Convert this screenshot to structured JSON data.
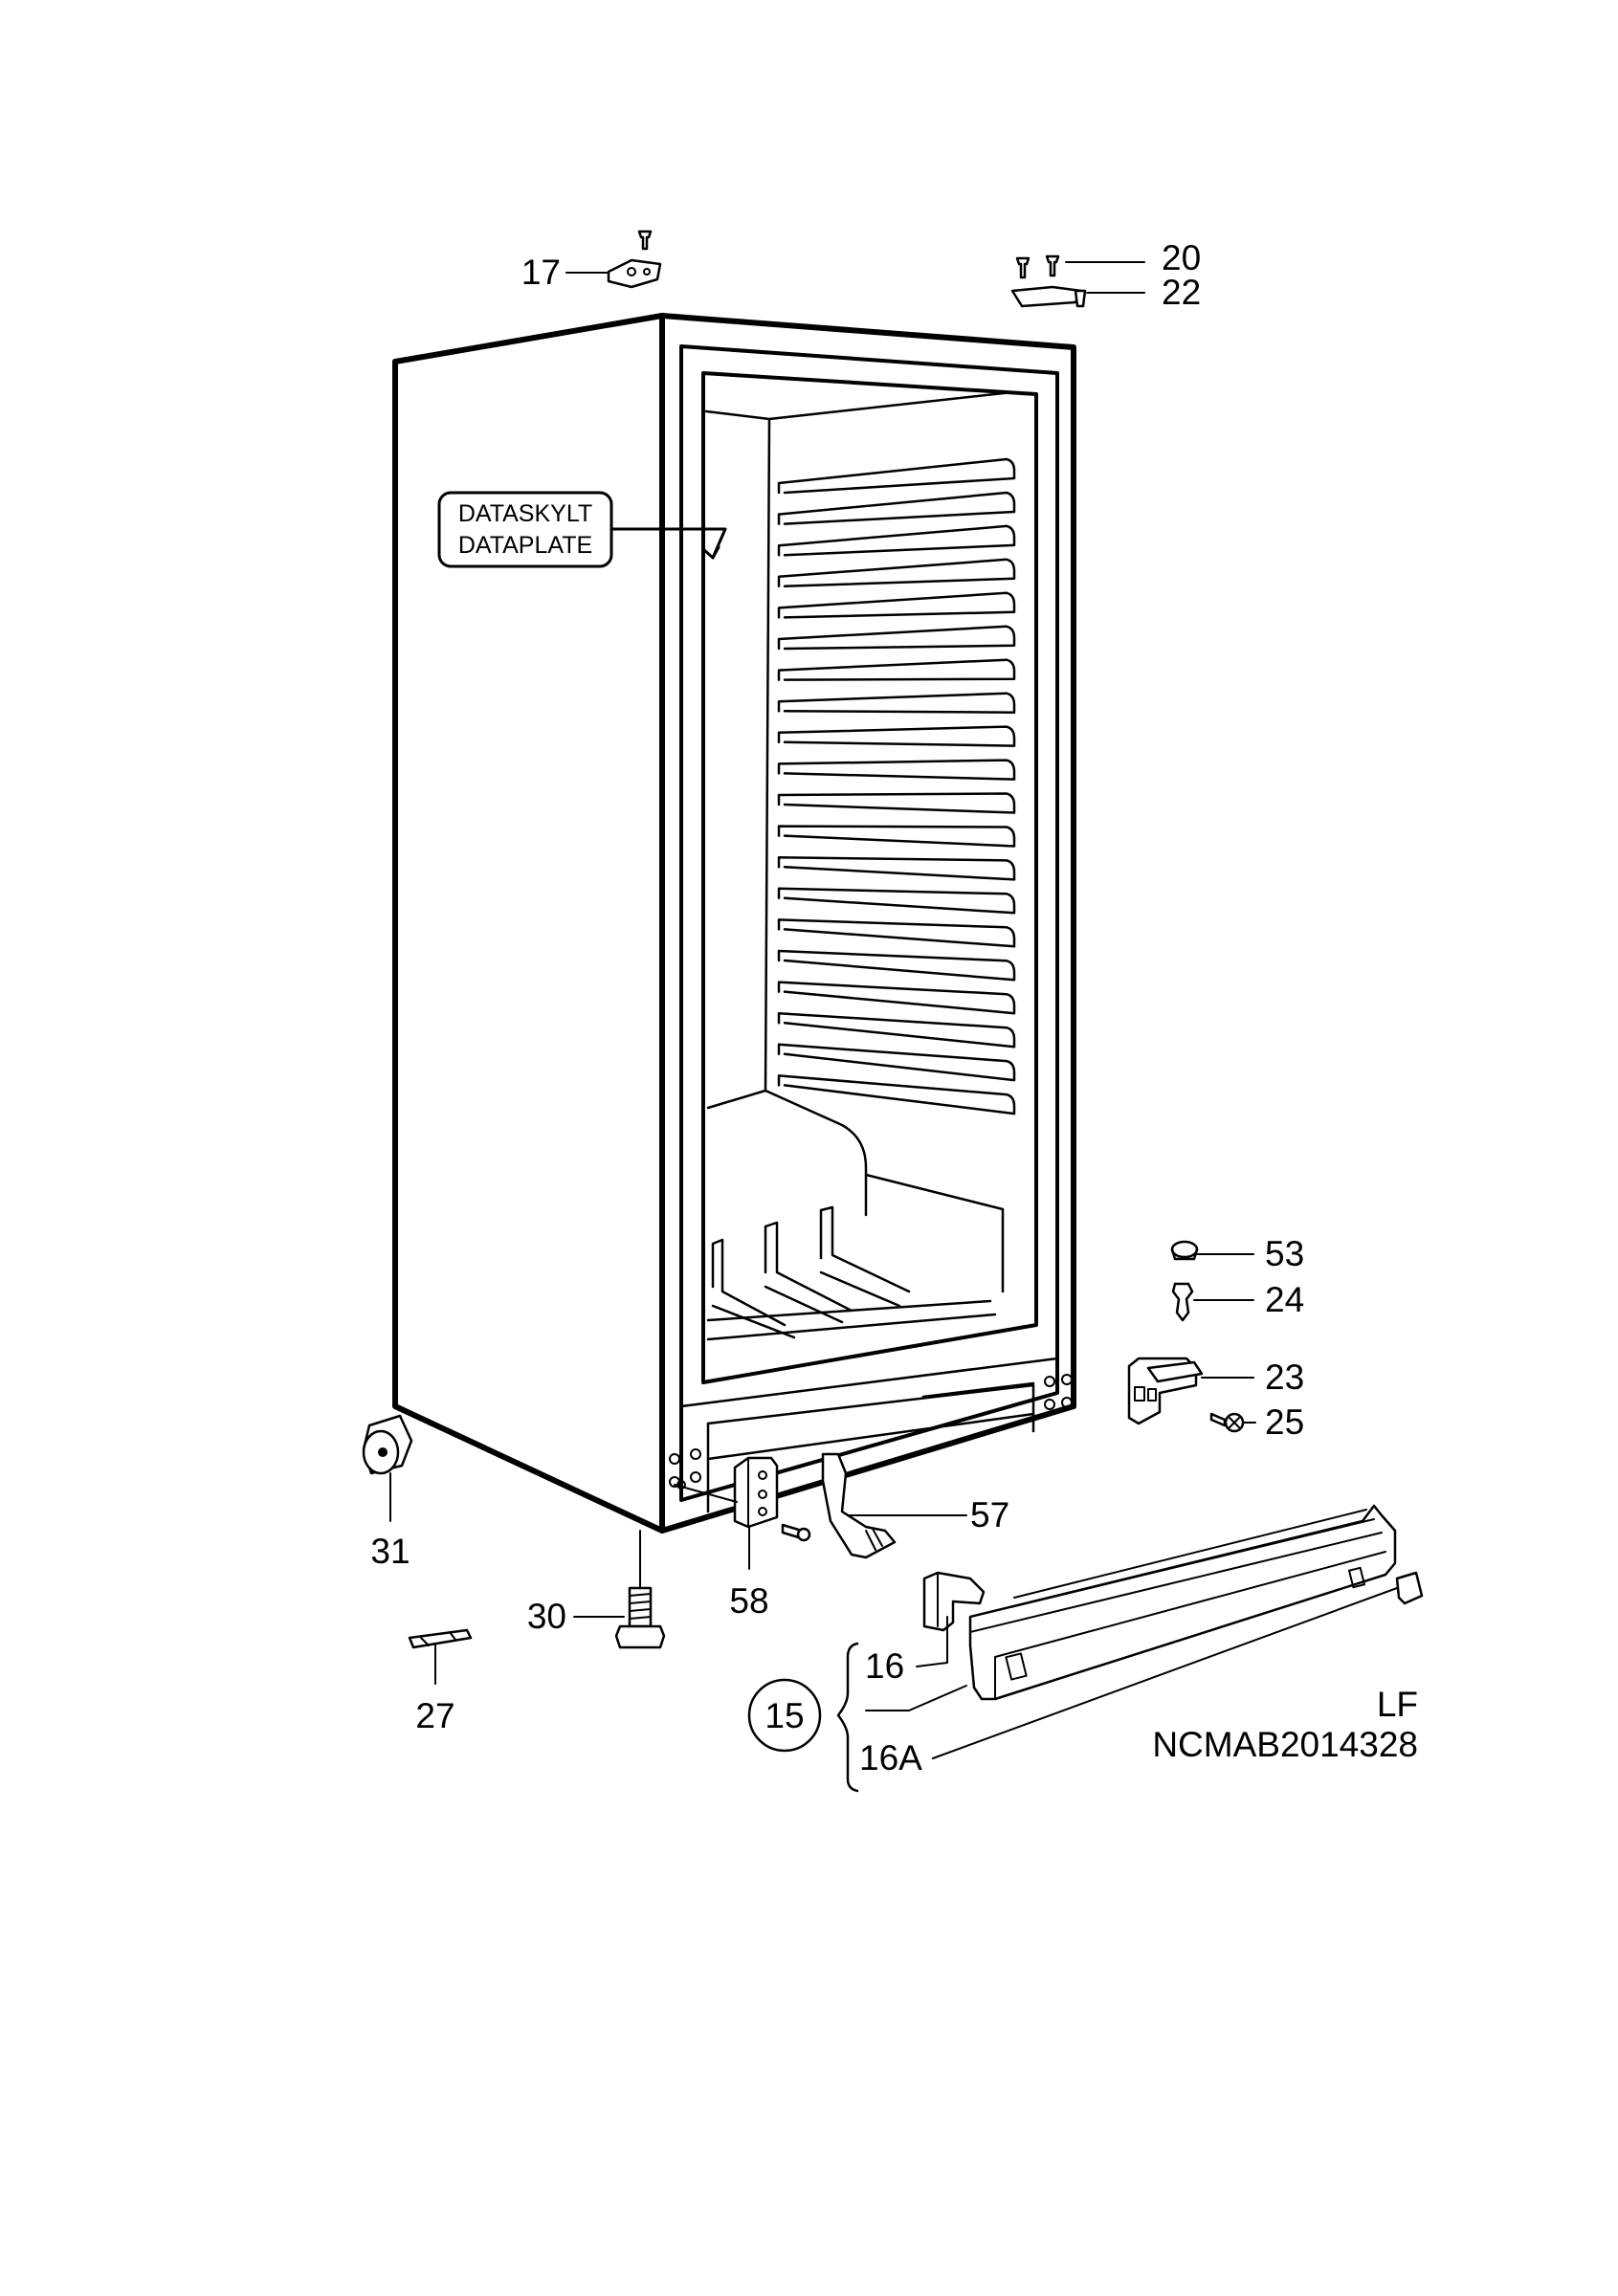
{
  "labels": {
    "p17": "17",
    "p20": "20",
    "p22": "22",
    "p53": "53",
    "p24": "24",
    "p23": "23",
    "p25": "25",
    "p57": "57",
    "p58": "58",
    "p31": "31",
    "p30": "30",
    "p27": "27",
    "p16": "16",
    "p15": "15",
    "p16a": "16A"
  },
  "dataplate": {
    "line1": "DATASKYLT",
    "line2": "DATAPLATE"
  },
  "footer": {
    "variant": "LF",
    "code": "NCMAB2014328"
  }
}
